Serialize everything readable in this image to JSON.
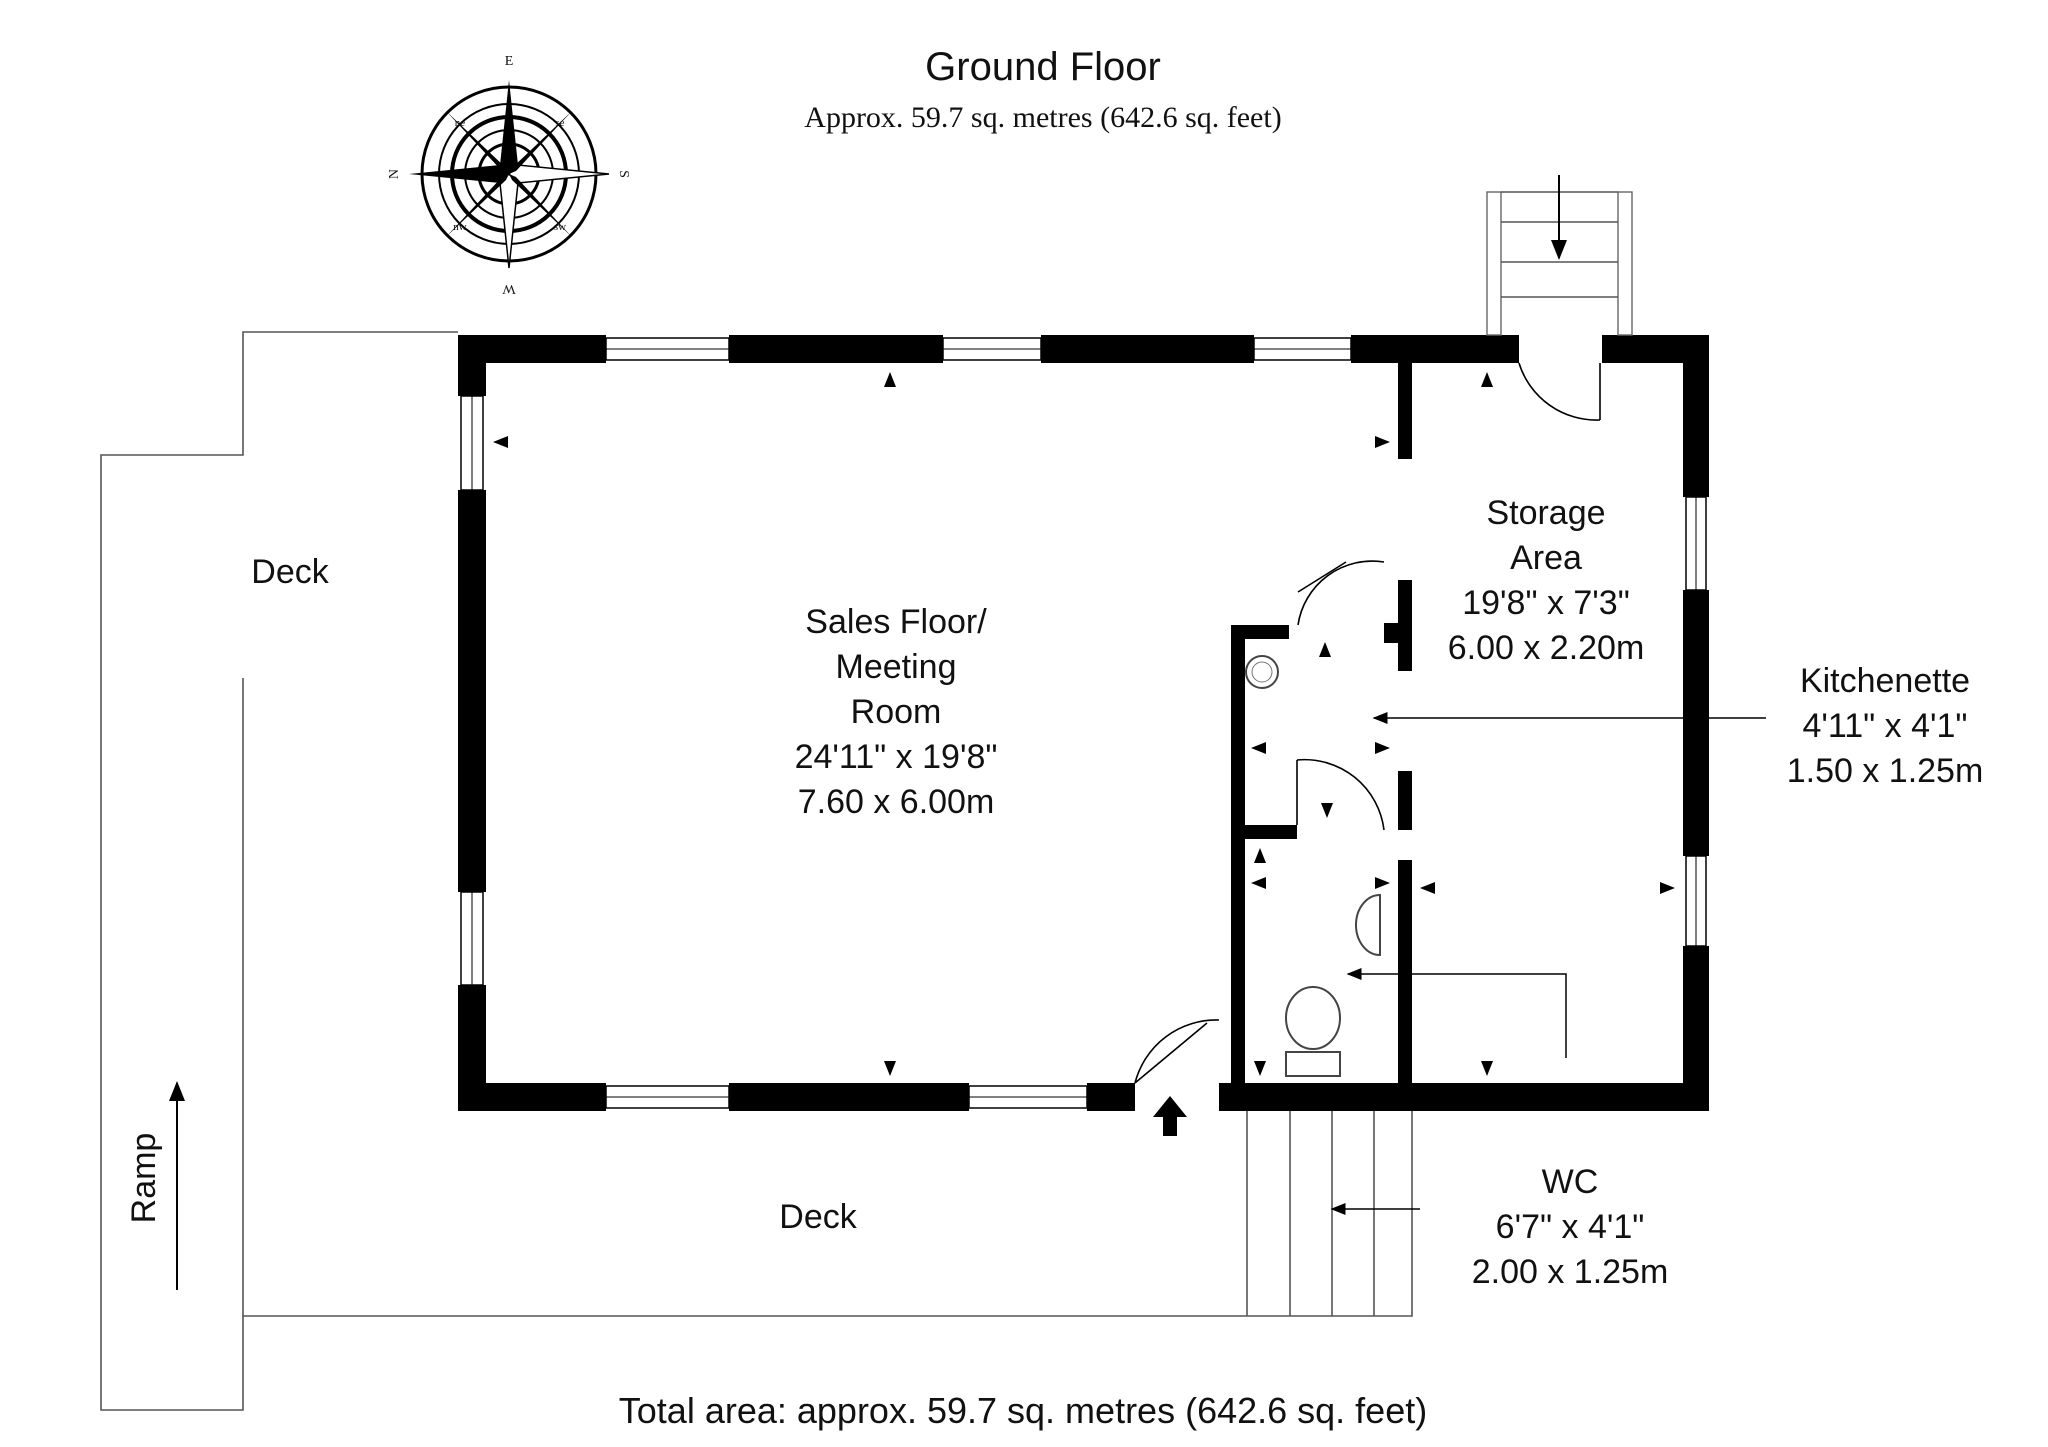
{
  "header": {
    "title": "Ground Floor",
    "subtitle": "Approx. 59.7 sq. metres (642.6 sq. feet)"
  },
  "compass": {
    "n": "N",
    "e": "E",
    "s": "S",
    "w": "W",
    "ne": "ne",
    "se": "se",
    "sw": "sw",
    "nw": "nw"
  },
  "rooms": {
    "sales": {
      "line1": "Sales Floor/",
      "line2": "Meeting",
      "line3": "Room",
      "imperial": "24'11\" x 19'8\"",
      "metric": "7.60 x 6.00m"
    },
    "storage": {
      "line1": "Storage",
      "line2": "Area",
      "imperial": "19'8\" x 7'3\"",
      "metric": "6.00 x 2.20m"
    },
    "kitchenette": {
      "name": "Kitchenette",
      "imperial": "4'11\" x 4'1\"",
      "metric": "1.50 x 1.25m"
    },
    "wc": {
      "name": "WC",
      "imperial": "6'7\" x 4'1\"",
      "metric": "2.00 x 1.25m"
    }
  },
  "outside": {
    "deck_top": "Deck",
    "deck_bottom": "Deck",
    "ramp": "Ramp"
  },
  "footer": {
    "total": "Total area: approx. 59.7 sq. metres (642.6 sq. feet)"
  }
}
